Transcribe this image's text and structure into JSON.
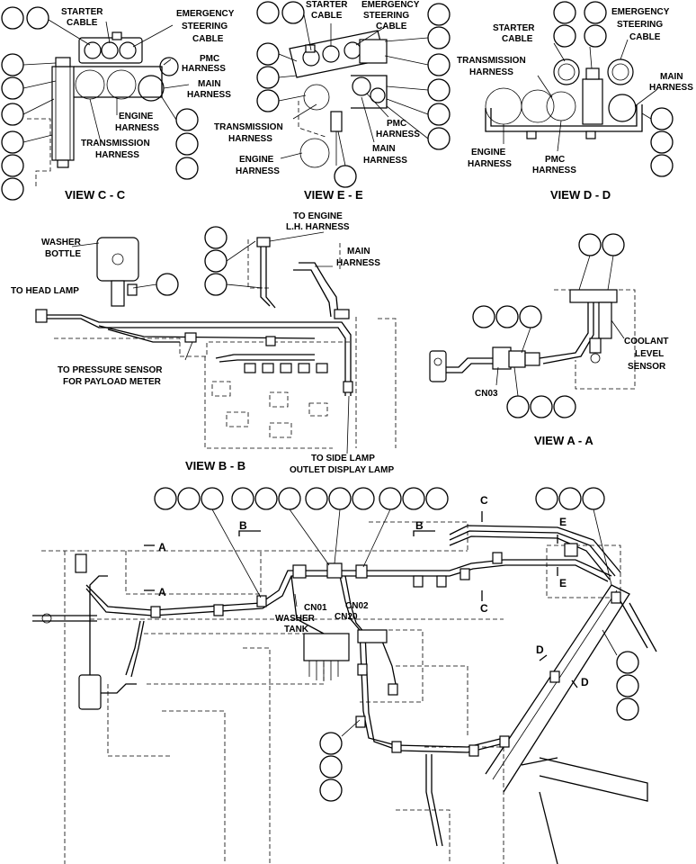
{
  "views": {
    "view_cc": {
      "title": "VIEW C - C",
      "labels": {
        "starter_cable": [
          "STARTER",
          "CABLE"
        ],
        "emergency_steering_cable": [
          "EMERGENCY",
          "STEERING",
          "CABLE"
        ],
        "pmc_harness": [
          "PMC",
          "HARNESS"
        ],
        "main_harness": [
          "MAIN",
          "HARNESS"
        ],
        "engine_harness": [
          "ENGINE",
          "HARNESS"
        ],
        "transmission_harness": [
          "TRANSMISSION",
          "HARNESS"
        ]
      }
    },
    "view_ee": {
      "title": "VIEW E - E",
      "labels": {
        "starter_cable": [
          "STARTER",
          "CABLE"
        ],
        "emergency_steering_cable": [
          "EMERGENCY",
          "STEERING",
          "CABLE"
        ],
        "transmission_harness": [
          "TRANSMISSION",
          "HARNESS"
        ],
        "pmc_harness": [
          "PMC",
          "HARNESS"
        ],
        "main_harness": [
          "MAIN",
          "HARNESS"
        ],
        "engine_harness": [
          "ENGINE",
          "HARNESS"
        ]
      }
    },
    "view_dd": {
      "title": "VIEW D - D",
      "labels": {
        "starter_cable": [
          "STARTER",
          "CABLE"
        ],
        "emergency_steering_cable": [
          "EMERGENCY",
          "STEERING",
          "CABLE"
        ],
        "transmission_harness": [
          "TRANSMISSION",
          "HARNESS"
        ],
        "main_harness": [
          "MAIN",
          "HARNESS"
        ],
        "engine_harness": [
          "ENGINE",
          "HARNESS"
        ],
        "pmc_harness": [
          "PMC",
          "HARNESS"
        ]
      }
    },
    "view_bb": {
      "title": "VIEW B - B",
      "labels": {
        "washer_bottle": [
          "WASHER",
          "BOTTLE"
        ],
        "to_engine_lh_harness": [
          "TO ENGINE",
          "L.H. HARNESS"
        ],
        "main_harness": [
          "MAIN",
          "HARNESS"
        ],
        "to_head_lamp": [
          "TO HEAD LAMP"
        ],
        "to_pressure_sensor": [
          "TO PRESSURE SENSOR",
          "FOR PAYLOAD METER"
        ],
        "to_side_lamp": [
          "TO SIDE LAMP",
          "OUTLET DISPLAY LAMP"
        ]
      }
    },
    "view_aa": {
      "title": "VIEW A - A",
      "labels": {
        "coolant_level_sensor": [
          "COOLANT",
          "LEVEL",
          "SENSOR"
        ],
        "cn03": "CN03"
      }
    }
  },
  "main_view": {
    "section_marks": {
      "a": "A",
      "b": "B",
      "c": "C",
      "d": "D",
      "e": "E"
    },
    "labels": {
      "washer_tank": [
        "WASHER",
        "TANK"
      ],
      "cn01": "CN01",
      "cn02": "CN02",
      "cn20": "CN20"
    }
  }
}
